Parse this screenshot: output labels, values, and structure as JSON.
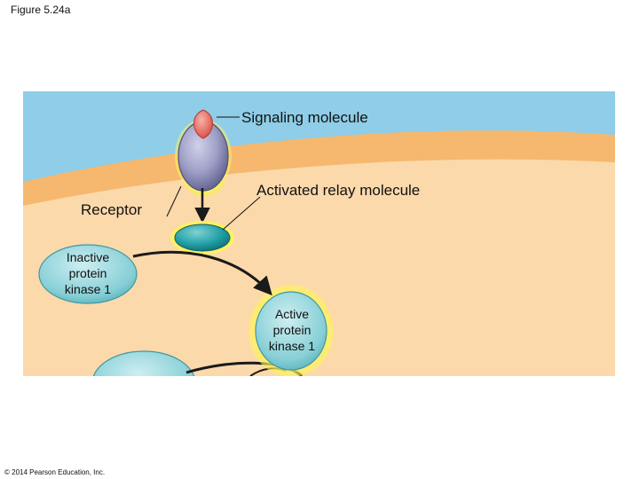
{
  "figure_label": "Figure 5.24a",
  "copyright": "© 2014 Pearson Education, Inc.",
  "labels": {
    "signaling_molecule": "Signaling molecule",
    "activated_relay_molecule": "Activated relay molecule",
    "receptor": "Receptor",
    "inactive_kinase": [
      "Inactive",
      "protein",
      "kinase 1"
    ],
    "active_kinase": [
      "Active",
      "protein",
      "kinase 1"
    ]
  },
  "colors": {
    "extracellular": "#8fcde8",
    "membrane": "#f5b86e",
    "cytoplasm": "#fbd9ab",
    "receptor": "#9e9fc6",
    "signaling_molecule": "#e9766c",
    "relay_molecule": "#2aa3a8",
    "kinase": "#86cfd6",
    "activation_glow": "#fff35a"
  }
}
